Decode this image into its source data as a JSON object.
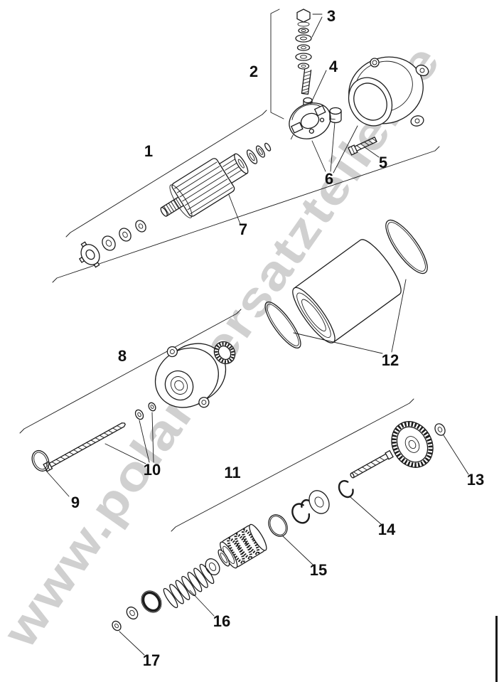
{
  "watermark": "www.polarisersatzteile.de",
  "watermark_color": "#a3a3a3",
  "line_color": "#1c1c1c",
  "part_labels": [
    "1",
    "2",
    "3",
    "4",
    "5",
    "6",
    "7",
    "8",
    "9",
    "10",
    "11",
    "12",
    "13",
    "14",
    "15",
    "16",
    "17"
  ]
}
